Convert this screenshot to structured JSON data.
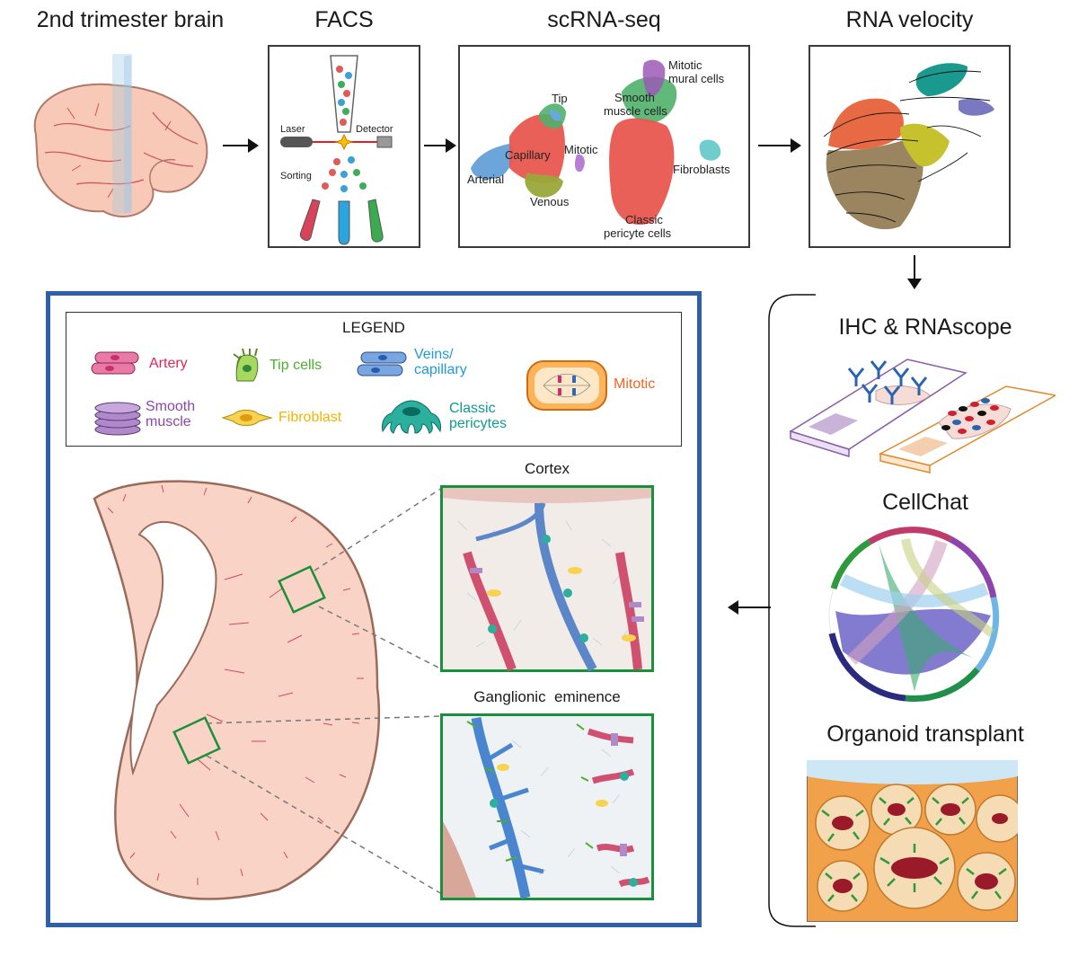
{
  "steps": {
    "brain": "2nd trimester brain",
    "facs": "FACS",
    "scrna": "scRNA-seq",
    "velocity": "RNA velocity",
    "ihc": "IHC & RNAscope",
    "cellchat": "CellChat",
    "organoid": "Organoid transplant"
  },
  "facs_labels": {
    "laser": "Laser",
    "detector": "Detector",
    "sorting": "Sorting"
  },
  "clusters": {
    "tip": "Tip",
    "capillary": "Capillary",
    "arterial": "Arterial",
    "venous": "Venous",
    "mitotic": "Mitotic",
    "smooth_1": "Smooth",
    "smooth_2": "muscle cells",
    "mitotic_mural_1": "Mitotic",
    "mitotic_mural_2": "mural cells",
    "fibroblasts": "Fibroblasts",
    "classic_1": "Classic",
    "classic_2": "pericyte cells"
  },
  "legend": {
    "title": "LEGEND",
    "artery": "Artery",
    "tip": "Tip cells",
    "veins_1": "Veins/",
    "veins_2": "capillary",
    "mitotic": "Mitotic",
    "smooth_1": "Smooth",
    "smooth_2": "muscle",
    "fibroblast": "Fibroblast",
    "classic_1": "Classic",
    "classic_2": "pericytes"
  },
  "regions": {
    "cortex": "Cortex",
    "ge": "Ganglionic  eminence"
  },
  "colors": {
    "artery": "#e0245e",
    "tip": "#4caf2c",
    "veins": "#1f9ad6",
    "mitotic": "#f26522",
    "smooth": "#8e44ad",
    "fibroblast": "#f5b400",
    "pericyte": "#0f9b8e",
    "frame_blue": "#2f5fa8",
    "inset_green": "#1a8f3c"
  }
}
